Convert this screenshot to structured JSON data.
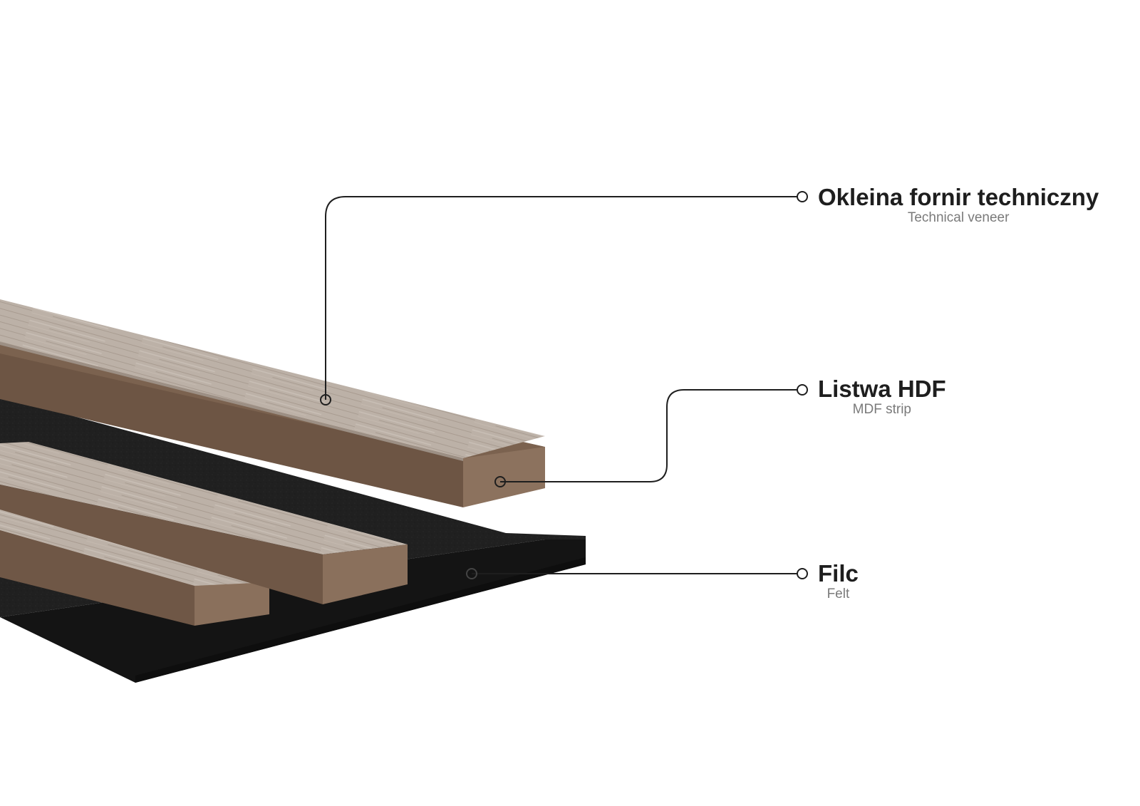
{
  "layers": [
    {
      "id": "veneer",
      "title": "Okleina fornir techniczny",
      "subtitle": "Technical veneer"
    },
    {
      "id": "hdf",
      "title": "Listwa HDF",
      "subtitle": "MDF strip"
    },
    {
      "id": "felt",
      "title": "Filc",
      "subtitle": "Felt"
    }
  ],
  "colors": {
    "background": "#ffffff",
    "felt": "#1f1f1f",
    "felt_edge": "#121212",
    "hdf_top": "#7b624f",
    "hdf_front": "#8a705c",
    "veneer": "#b9ada3",
    "leader_line": "#1e1e1e",
    "title_text": "#1e1e1e",
    "subtitle_text": "#7a7a7a"
  }
}
